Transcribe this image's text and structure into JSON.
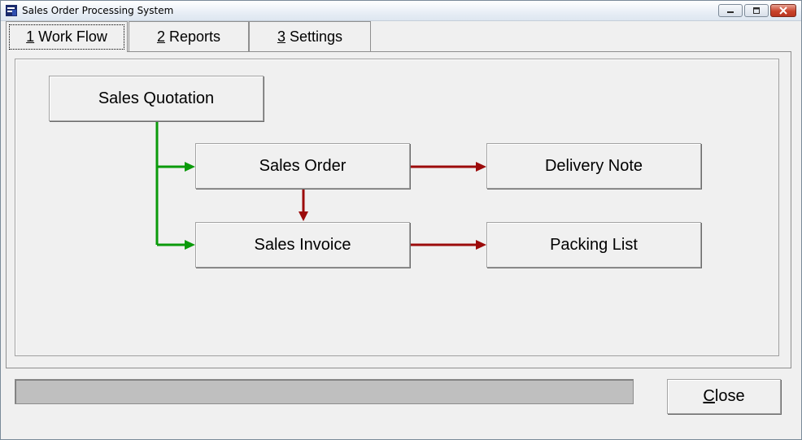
{
  "window": {
    "title": "Sales Order Processing System"
  },
  "tabs": [
    {
      "mnemonic": "1",
      "label": " Work Flow",
      "active": true
    },
    {
      "mnemonic": "2",
      "label": " Reports",
      "active": false
    },
    {
      "mnemonic": "3",
      "label": " Settings",
      "active": false
    }
  ],
  "workflow": {
    "sales_quotation": "Sales Quotation",
    "sales_order": "Sales Order",
    "delivery_note": "Delivery Note",
    "sales_invoice": "Sales Invoice",
    "packing_list": "Packing List",
    "colors": {
      "quotation_arrows": "#0a9a0a",
      "document_arrows": "#9c0b0b"
    }
  },
  "status": {
    "progress": 0
  },
  "footer": {
    "close_mnemonic": "C",
    "close_rest": "lose"
  }
}
